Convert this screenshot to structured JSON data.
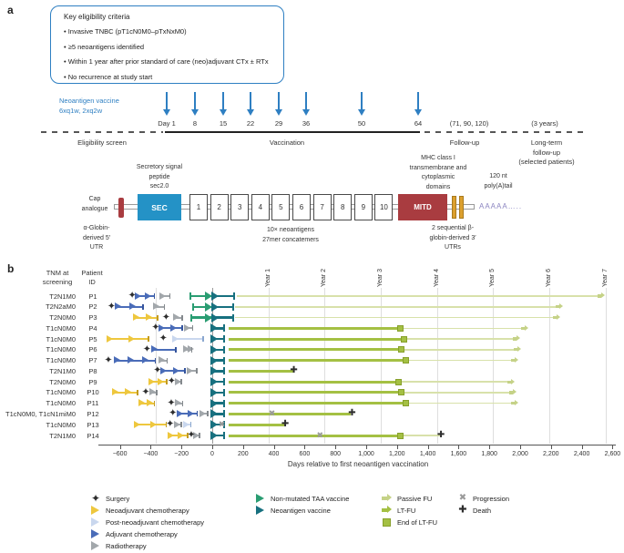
{
  "colors": {
    "panel_blue": "#2e7fc2",
    "sec_blue": "#2492c6",
    "mitd_red": "#a93c40",
    "cap_red": "#a93c40",
    "utr_orange": "#dca02e",
    "utr_edge": "#a87a1e",
    "polya_purple": "#8b85c1",
    "chemo_neo": "#eec73e",
    "chemo_neo_edge": "#c39b1f",
    "chemo_post": "#c9d7ee",
    "chemo_post_edge": "#8aa7cf",
    "chemo_adj": "#4a6cb8",
    "chemo_adj_edge": "#35549c",
    "radio": "#a2a7ab",
    "radio_edge": "#84898d",
    "taa": "#2a9d72",
    "vax": "#17707f",
    "passive": "#d8e1aa",
    "passive_arrow": "#c5d287",
    "ltfu": "#a4c043",
    "ltfu_edge": "#87a02c",
    "black": "#2d2d2d",
    "prog": "#9a9a9a",
    "grid": "#dedede",
    "zero_line": "#9a9a9a",
    "axis": "#555555",
    "text": "#333333"
  },
  "panel_a": {
    "label": "a",
    "eligibility": {
      "title": "Key eligibility criteria",
      "bullets": [
        "Invasive TNBC (pT1cN0M0–pTxNxM0)",
        "≥5 neoantigens identified",
        "Within 1 year after prior standard of care (neo)adjuvant CTx ± RTx",
        "No recurrence at study start"
      ]
    },
    "vaccine_note": "Neoantigen vaccine\n6xq1w, 2xq2w",
    "timeline": {
      "points": [
        {
          "label": "Day 1",
          "x": 183,
          "arrow": true
        },
        {
          "label": "8",
          "x": 214,
          "arrow": true
        },
        {
          "label": "15",
          "x": 245,
          "arrow": true
        },
        {
          "label": "22",
          "x": 275,
          "arrow": true
        },
        {
          "label": "29",
          "x": 306,
          "arrow": true
        },
        {
          "label": "36",
          "x": 336,
          "arrow": true
        },
        {
          "label": "50",
          "x": 397,
          "arrow": true
        },
        {
          "label": "64",
          "x": 459,
          "arrow": true
        },
        {
          "label": "(71, 90, 120)",
          "x": 515,
          "arrow": false
        },
        {
          "label": "(3 years)",
          "x": 598,
          "arrow": false
        }
      ],
      "phase_labels": [
        "Eligibility screen",
        "Vaccination",
        "Follow-up",
        "Long-term\nfollow-up\n(selected patients)"
      ]
    },
    "construct": {
      "cap_label": "Cap\nanalogue",
      "sec_label": "SEC",
      "mitd_label": "MITD",
      "numbered": [
        "1",
        "2",
        "3",
        "4",
        "5",
        "6",
        "7",
        "8",
        "9",
        "10"
      ],
      "polya_text": "AAAAA…..",
      "ann": {
        "sec": "Secretory signal\npeptide\nsec2.0",
        "mitd": "MHC class I\ntransmembrane and\ncytoplasmic\ndomains",
        "polya": "120 nt\npoly(A)tail",
        "utr5": "α-Globin-\nderived 5′\nUTR",
        "neo": "10× neoantigens\n27mer concatemers",
        "utr3": "2 sequential β-\nglobin-derived 3′\nUTRs"
      }
    }
  },
  "panel_b": {
    "label": "b"
  },
  "chart_data": {
    "type": "swimmer",
    "xlabel": "Days relative to first neoantigen vaccination",
    "xlim": [
      -700,
      2620
    ],
    "x_ticks": {
      "start": -600,
      "step": 200,
      "labels": [
        "−600",
        "−400",
        "−200",
        "0",
        "200",
        "400",
        "600",
        "800",
        "1,000",
        "1,200",
        "1,400",
        "1,600",
        "1,800",
        "2,000",
        "2,200",
        "2,400",
        "2,600"
      ]
    },
    "year_gridlines_days": [
      365,
      730,
      1095,
      1460,
      1825,
      2190,
      2555
    ],
    "year_labels": [
      "Year 1",
      "Year 2",
      "Year 3",
      "Year 4",
      "Year 5",
      "Year 6",
      "Year 7"
    ],
    "col_headers": [
      "TNM at\nscreening",
      "Patient\nID"
    ],
    "patients": [
      {
        "tnm": "T2N1M0",
        "id": "P1",
        "events": [
          {
            "t": "surgery",
            "d": -520
          },
          {
            "t": "chemo_adj",
            "d1": -502,
            "d2": -372,
            "heads": 2
          },
          {
            "t": "radio",
            "d1": -342,
            "d2": -272,
            "heads": 1
          },
          {
            "t": "taa",
            "d1": -150,
            "d2": -8
          },
          {
            "t": "vax",
            "d1": -4,
            "d2": 148
          },
          {
            "t": "passive",
            "d1": 158,
            "d2": 2505,
            "arrow": true
          }
        ]
      },
      {
        "tnm": "T2N2aM0",
        "id": "P2",
        "events": [
          {
            "t": "surgery",
            "d": -655
          },
          {
            "t": "chemo_adj",
            "d1": -636,
            "d2": -446,
            "heads": 2
          },
          {
            "t": "radio",
            "d1": -384,
            "d2": -306,
            "heads": 1
          },
          {
            "t": "taa",
            "d1": -130,
            "d2": -8
          },
          {
            "t": "vax",
            "d1": -4,
            "d2": 140
          },
          {
            "t": "passive",
            "d1": 150,
            "d2": 2230,
            "arrow": true
          }
        ]
      },
      {
        "tnm": "T2N0M0",
        "id": "P3",
        "events": [
          {
            "t": "chemo_neo",
            "d1": -512,
            "d2": -350,
            "heads": 2
          },
          {
            "t": "surgery",
            "d": -300
          },
          {
            "t": "radio",
            "d1": -252,
            "d2": -192,
            "heads": 1
          },
          {
            "t": "taa",
            "d1": -140,
            "d2": -8
          },
          {
            "t": "vax",
            "d1": -4,
            "d2": 140
          },
          {
            "t": "passive",
            "d1": 150,
            "d2": 2215,
            "arrow": true
          }
        ]
      },
      {
        "tnm": "T1cN0M0",
        "id": "P4",
        "events": [
          {
            "t": "surgery",
            "d": -368
          },
          {
            "t": "chemo_adj",
            "d1": -350,
            "d2": -192,
            "heads": 2
          },
          {
            "t": "radio",
            "d1": -182,
            "d2": -124,
            "heads": 1
          },
          {
            "t": "vax",
            "d1": -10,
            "d2": 80
          },
          {
            "t": "ltfu",
            "d1": 105,
            "d2": 1220
          },
          {
            "t": "square",
            "d": 1220
          },
          {
            "t": "passive",
            "d1": 1228,
            "d2": 2005,
            "arrow": true
          }
        ]
      },
      {
        "tnm": "T1cN0M0",
        "id": "P5",
        "events": [
          {
            "t": "chemo_neo",
            "d1": -684,
            "d2": -410,
            "heads": 2
          },
          {
            "t": "surgery",
            "d": -318
          },
          {
            "t": "chemo_post",
            "d1": -262,
            "d2": -54,
            "heads": 1
          },
          {
            "t": "vax",
            "d1": -10,
            "d2": 80
          },
          {
            "t": "ltfu",
            "d1": 105,
            "d2": 1245
          },
          {
            "t": "square",
            "d": 1245
          },
          {
            "t": "passive",
            "d1": 1253,
            "d2": 1950,
            "arrow": true
          }
        ]
      },
      {
        "tnm": "T1cN0M0",
        "id": "P6",
        "events": [
          {
            "t": "surgery",
            "d": -424
          },
          {
            "t": "chemo_adj",
            "d1": -396,
            "d2": -232,
            "heads": 1
          },
          {
            "t": "radio",
            "d1": -188,
            "d2": -130,
            "heads": 2
          },
          {
            "t": "vax",
            "d1": -10,
            "d2": 80
          },
          {
            "t": "ltfu",
            "d1": 105,
            "d2": 1230
          },
          {
            "t": "square",
            "d": 1230
          },
          {
            "t": "passive",
            "d1": 1238,
            "d2": 1958,
            "arrow": true
          }
        ]
      },
      {
        "tnm": "T1cN0M0",
        "id": "P7",
        "events": [
          {
            "t": "surgery",
            "d": -675
          },
          {
            "t": "chemo_adj",
            "d1": -640,
            "d2": -364,
            "heads": 3
          },
          {
            "t": "radio",
            "d1": -348,
            "d2": -288,
            "heads": 1
          },
          {
            "t": "vax",
            "d1": -10,
            "d2": 80
          },
          {
            "t": "ltfu",
            "d1": 105,
            "d2": 1255
          },
          {
            "t": "square",
            "d": 1255
          },
          {
            "t": "passive",
            "d1": 1263,
            "d2": 1940,
            "arrow": true
          }
        ]
      },
      {
        "tnm": "T2N1M0",
        "id": "P8",
        "events": [
          {
            "t": "surgery",
            "d": -356
          },
          {
            "t": "chemo_adj",
            "d1": -336,
            "d2": -174,
            "heads": 2
          },
          {
            "t": "radio",
            "d1": -164,
            "d2": -96,
            "heads": 1
          },
          {
            "t": "vax",
            "d1": -10,
            "d2": 80
          },
          {
            "t": "ltfu",
            "d1": 105,
            "d2": 524
          },
          {
            "t": "death",
            "d": 530
          }
        ]
      },
      {
        "tnm": "T2N0M0",
        "id": "P9",
        "events": [
          {
            "t": "chemo_neo",
            "d1": -416,
            "d2": -290,
            "heads": 2
          },
          {
            "t": "surgery",
            "d": -264
          },
          {
            "t": "radio",
            "d1": -240,
            "d2": -198,
            "heads": 1
          },
          {
            "t": "vax",
            "d1": -10,
            "d2": 80
          },
          {
            "t": "ltfu",
            "d1": 105,
            "d2": 1210
          },
          {
            "t": "square",
            "d": 1210
          },
          {
            "t": "passive",
            "d1": 1218,
            "d2": 1915,
            "arrow": true
          }
        ]
      },
      {
        "tnm": "T1cN0M0",
        "id": "P10",
        "events": [
          {
            "t": "chemo_neo",
            "d1": -652,
            "d2": -480,
            "heads": 2
          },
          {
            "t": "surgery",
            "d": -432
          },
          {
            "t": "radio",
            "d1": -410,
            "d2": -356,
            "heads": 1
          },
          {
            "t": "vax",
            "d1": -10,
            "d2": 80
          },
          {
            "t": "ltfu",
            "d1": 105,
            "d2": 1225
          },
          {
            "t": "square",
            "d": 1225
          },
          {
            "t": "passive",
            "d1": 1233,
            "d2": 1930,
            "arrow": true
          }
        ]
      },
      {
        "tnm": "T1cN0M0",
        "id": "P11",
        "events": [
          {
            "t": "chemo_neo",
            "d1": -482,
            "d2": -370,
            "heads": 2
          },
          {
            "t": "surgery",
            "d": -266
          },
          {
            "t": "radio",
            "d1": -242,
            "d2": -188,
            "heads": 1
          },
          {
            "t": "vax",
            "d1": -10,
            "d2": 80
          },
          {
            "t": "ltfu",
            "d1": 105,
            "d2": 1260
          },
          {
            "t": "square",
            "d": 1260
          },
          {
            "t": "passive",
            "d1": 1268,
            "d2": 1938,
            "arrow": true
          }
        ]
      },
      {
        "tnm": "T1cN0M0, T1cN1miM0",
        "id": "P12",
        "events": [
          {
            "t": "surgery",
            "d": -256
          },
          {
            "t": "chemo_adj",
            "d1": -228,
            "d2": -94,
            "heads": 2
          },
          {
            "t": "radio",
            "d1": -80,
            "d2": -24,
            "heads": 1
          },
          {
            "t": "vax",
            "d1": -10,
            "d2": 80
          },
          {
            "t": "ltfu",
            "d1": 105,
            "d2": 902
          },
          {
            "t": "prog",
            "d": 388
          },
          {
            "t": "death",
            "d": 908
          }
        ]
      },
      {
        "tnm": "T1cN0M0",
        "id": "P13",
        "events": [
          {
            "t": "chemo_neo",
            "d1": -506,
            "d2": -294,
            "heads": 2
          },
          {
            "t": "surgery",
            "d": -274
          },
          {
            "t": "radio",
            "d1": -248,
            "d2": -198,
            "heads": 1
          },
          {
            "t": "chemo_post",
            "d1": -188,
            "d2": -134,
            "heads": 1
          },
          {
            "t": "vax",
            "d1": -10,
            "d2": 80
          },
          {
            "t": "prog",
            "d": 62
          },
          {
            "t": "ltfu",
            "d1": 105,
            "d2": 468
          },
          {
            "t": "death",
            "d": 474
          }
        ]
      },
      {
        "tnm": "T2N1M0",
        "id": "P14",
        "events": [
          {
            "t": "chemo_neo",
            "d1": -288,
            "d2": -156,
            "heads": 2
          },
          {
            "t": "surgery",
            "d": -136
          },
          {
            "t": "radio",
            "d1": -122,
            "d2": -78,
            "heads": 1
          },
          {
            "t": "vax",
            "d1": -10,
            "d2": 80
          },
          {
            "t": "ltfu",
            "d1": 105,
            "d2": 1222
          },
          {
            "t": "square",
            "d": 1222
          },
          {
            "t": "prog",
            "d": 700
          },
          {
            "t": "passive",
            "d1": 1230,
            "d2": 1478,
            "arrow": false
          },
          {
            "t": "death",
            "d": 1486
          }
        ]
      }
    ]
  },
  "legend": {
    "columns": [
      {
        "x": 100,
        "items": [
          {
            "sym": "surgery",
            "label": "Surgery"
          },
          {
            "sym": "tri",
            "color": "chemo_neo",
            "label": "Neoadjuvant chemotherapy"
          },
          {
            "sym": "tri",
            "color": "chemo_post",
            "label": "Post-neoadjuvant chemotherapy"
          },
          {
            "sym": "tri",
            "color": "chemo_adj",
            "label": "Adjuvant chemotherapy"
          },
          {
            "sym": "tri",
            "color": "radio",
            "label": "Radiotherapy"
          }
        ]
      },
      {
        "x": 281,
        "items": [
          {
            "sym": "tri",
            "color": "taa",
            "label": "Non-mutated TAA vaccine"
          },
          {
            "sym": "tri",
            "color": "vax",
            "label": "Neoantigen vaccine"
          }
        ]
      },
      {
        "x": 420,
        "items": [
          {
            "sym": "blockarrow",
            "color": "passive_arrow",
            "label": "Passive FU"
          },
          {
            "sym": "blockarrow",
            "color": "ltfu",
            "label": "LT-FU"
          },
          {
            "sym": "square",
            "label": "End of LT-FU"
          }
        ]
      },
      {
        "x": 503,
        "items": [
          {
            "sym": "prog",
            "label": "Progression"
          },
          {
            "sym": "death",
            "label": "Death"
          }
        ]
      }
    ]
  }
}
